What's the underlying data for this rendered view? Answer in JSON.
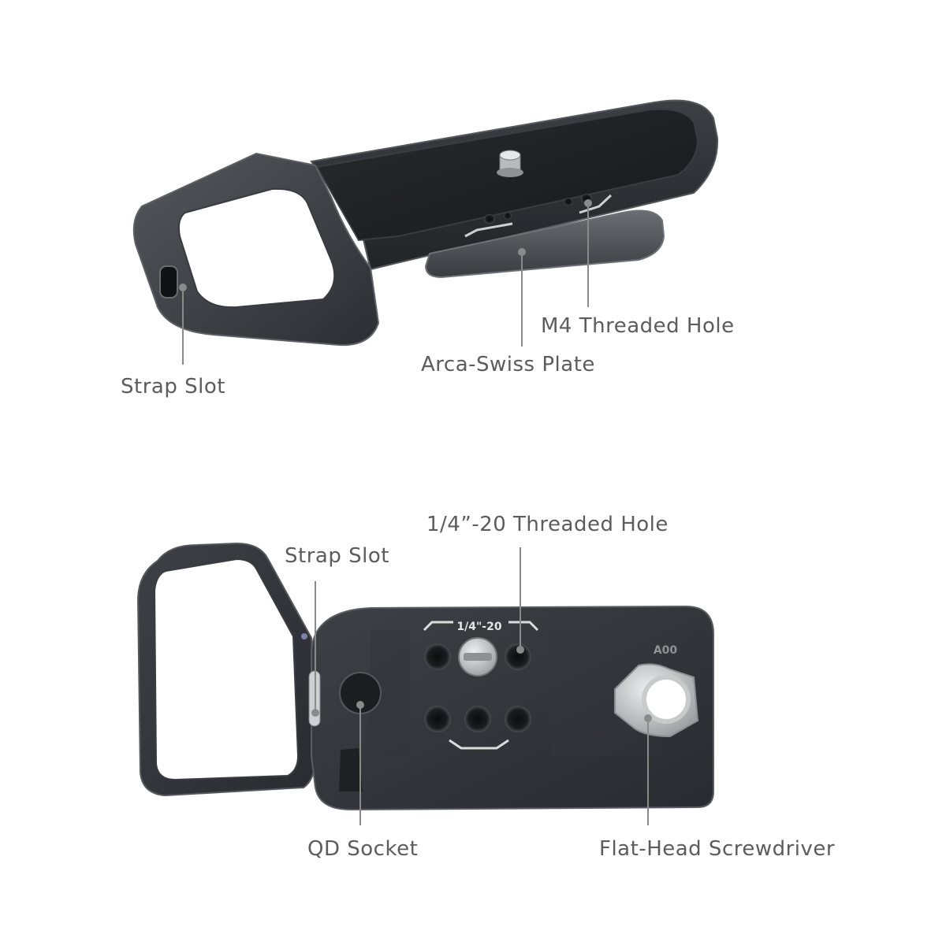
{
  "top_view": {
    "callouts": {
      "strap_slot": "Strap Slot",
      "arca_swiss_plate": "Arca-Swiss Plate",
      "m4_threaded_hole": "M4 Threaded Hole"
    }
  },
  "bottom_view": {
    "callouts": {
      "strap_slot": "Strap Slot",
      "quarter_20_threaded_hole": "1/4”-20 Threaded Hole",
      "qd_socket": "QD Socket",
      "flat_head_screwdriver": "Flat-Head Screwdriver"
    },
    "engravings": {
      "thread_size": "1/4\"-20",
      "model_code": "A00"
    }
  },
  "colors": {
    "label_text": "#5c5c5c",
    "leader_line": "#8a8a8a",
    "metal_dark": "#2e2f33",
    "metal_edge": "#4a4c52",
    "screwdriver_silver": "#c9cacc"
  }
}
